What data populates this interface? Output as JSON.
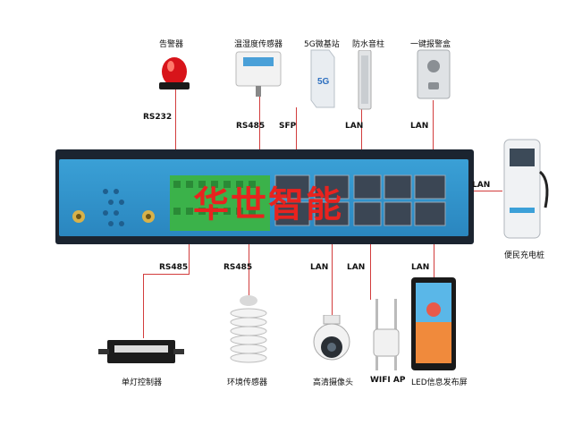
{
  "brand_watermark": "华世智能",
  "top_devices": [
    {
      "name": "告警器",
      "link": "RS232",
      "icon": "alarm-light-icon"
    },
    {
      "name": "温湿度传感器",
      "link": "RS485",
      "icon": "temp-humidity-sensor-icon"
    },
    {
      "name": "5G微基站",
      "link": "SFP",
      "icon": "5g-base-station-icon",
      "badge": "5G"
    },
    {
      "name": "防水音柱",
      "link": "LAN",
      "icon": "waterproof-speaker-column-icon"
    },
    {
      "name": "一键报警盒",
      "link": "LAN",
      "icon": "alarm-box-icon"
    }
  ],
  "right_devices": [
    {
      "name": "便民充电桩",
      "link": "LAN",
      "icon": "ev-charger-icon"
    }
  ],
  "bottom_devices": [
    {
      "name": "单灯控制器",
      "link": "RS485",
      "icon": "single-lamp-controller-icon"
    },
    {
      "name": "环境传感器",
      "link": "RS485",
      "icon": "environment-sensor-icon"
    },
    {
      "name": "高清摄像头",
      "link": "LAN",
      "icon": "hd-camera-icon"
    },
    {
      "name": "WIFI AP",
      "link": "LAN",
      "icon": "wifi-ap-icon"
    },
    {
      "name": "LED信息发布屏",
      "link": "LAN",
      "icon": "led-display-icon"
    }
  ],
  "colors": {
    "line": "#d23c3c",
    "panel": "#2a86bf",
    "terminal": "#3bb24a",
    "brand": "#e8231f"
  }
}
